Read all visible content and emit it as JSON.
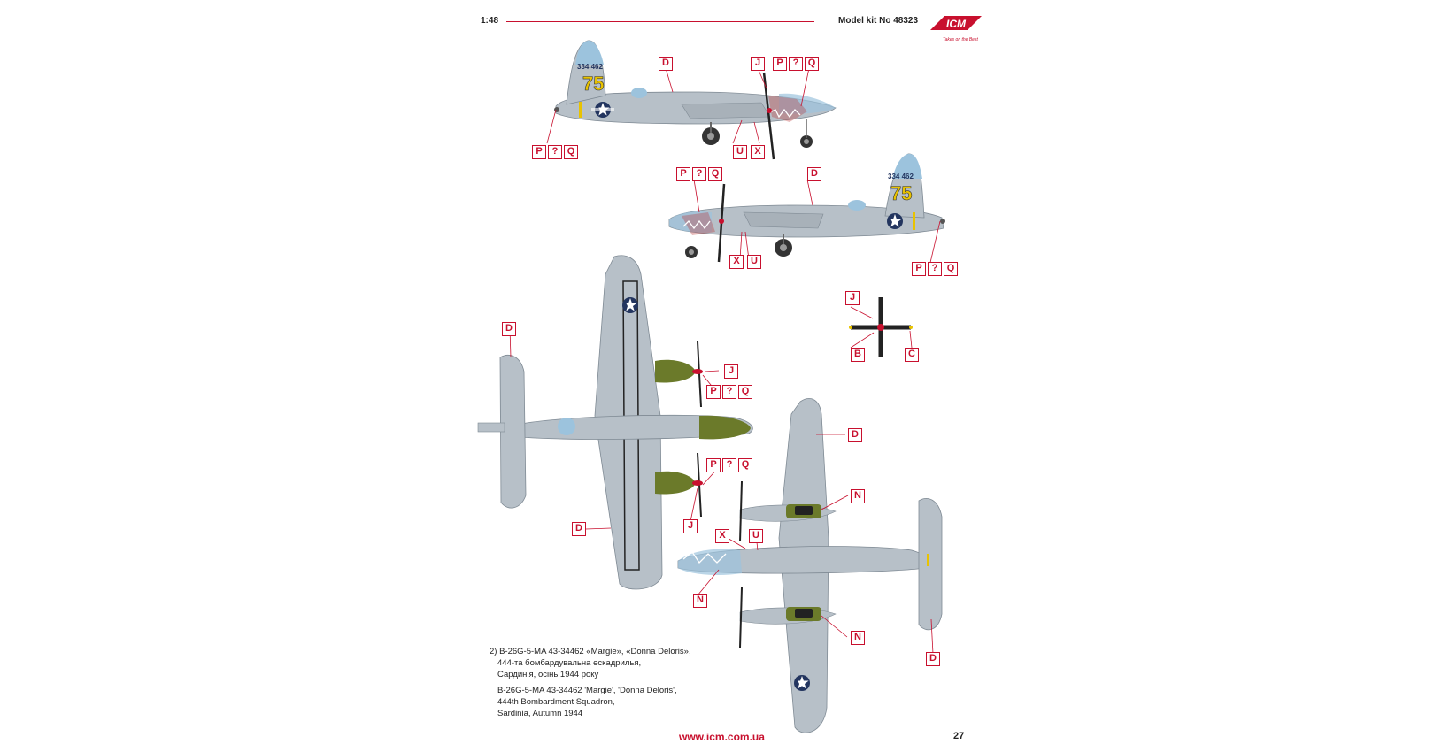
{
  "header": {
    "scale": "1:48",
    "kit": "Model kit No 48323",
    "brand": "ICM",
    "brand_slogan": "Takes on the Best"
  },
  "fuselage_markings": {
    "serial": "334 462",
    "code": "75"
  },
  "callouts": {
    "D": "D",
    "J": "J",
    "P": "P",
    "Q": "Q",
    "U": "U",
    "X": "X",
    "B": "B",
    "C": "C",
    "N": "N",
    "unknown": "?"
  },
  "caption": {
    "uk_line1": "2) B-26G-5-MA 43-34462 «Margie», «Donna Deloris»,",
    "uk_line2": "444-та бомбардувальна ескадрилья,",
    "uk_line3": "Сардинія, осінь 1944 року",
    "en_line1": "B-26G-5-MA 43-34462 'Margie', 'Donna Deloris',",
    "en_line2": "444th Bombardment Squadron,",
    "en_line3": "Sardinia, Autumn 1944"
  },
  "footer": {
    "url": "www.icm.com.ua",
    "page": "27"
  },
  "colors": {
    "accent": "#c8102e",
    "aircraft_grey": "#b7c0c8",
    "fin_blue": "#9cc3dd",
    "olive": "#6b7a2a",
    "insignia_blue": "#23355f",
    "code_yellow": "#e9c300"
  }
}
